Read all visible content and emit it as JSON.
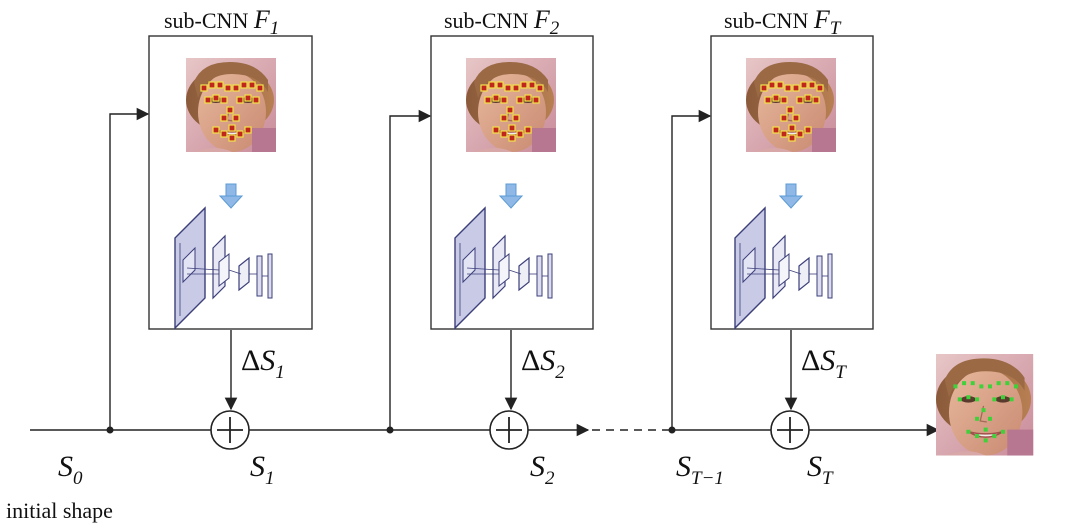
{
  "stages": [
    {
      "title_prefix": "sub-CNN ",
      "title_var": "F",
      "title_sub": "1",
      "delta_prefix": "Δ",
      "delta_var": "S",
      "delta_sub": "1"
    },
    {
      "title_prefix": "sub-CNN ",
      "title_var": "F",
      "title_sub": "2",
      "delta_prefix": "Δ",
      "delta_var": "S",
      "delta_sub": "2"
    },
    {
      "title_prefix": "sub-CNN ",
      "title_var": "F",
      "title_sub": "T",
      "delta_prefix": "Δ",
      "delta_var": "S",
      "delta_sub": "T"
    }
  ],
  "shapes": {
    "s0": {
      "var": "S",
      "sub": "0"
    },
    "s1": {
      "var": "S",
      "sub": "1"
    },
    "s2": {
      "var": "S",
      "sub": "2"
    },
    "st1": {
      "var": "S",
      "sub": "T−1"
    },
    "st": {
      "var": "S",
      "sub": "T"
    }
  },
  "initial_label": "initial shape",
  "colors": {
    "line": "#222222",
    "landmark_fill": "#c0261b",
    "landmark_border": "#f2e24a",
    "landmark_green": "#3fd13a",
    "arrow_blue": "#5b9bd5",
    "cnn_face": "#c9cbe6",
    "cnn_edge": "#3c3f7a"
  }
}
